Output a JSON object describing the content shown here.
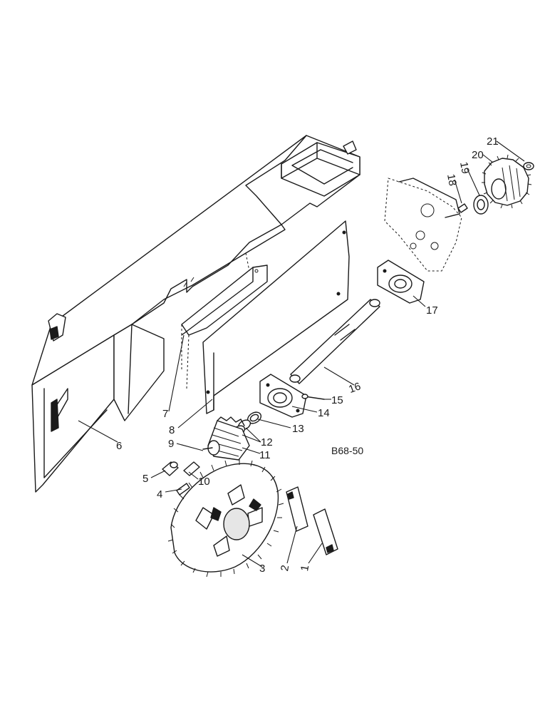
{
  "reference_code": "B68-50",
  "callouts": [
    "1",
    "2",
    "3",
    "4",
    "5",
    "6",
    "7",
    "8",
    "9",
    "10",
    "11",
    "12",
    "13",
    "14",
    "15",
    "16",
    "17",
    "18",
    "19",
    "20",
    "21"
  ]
}
